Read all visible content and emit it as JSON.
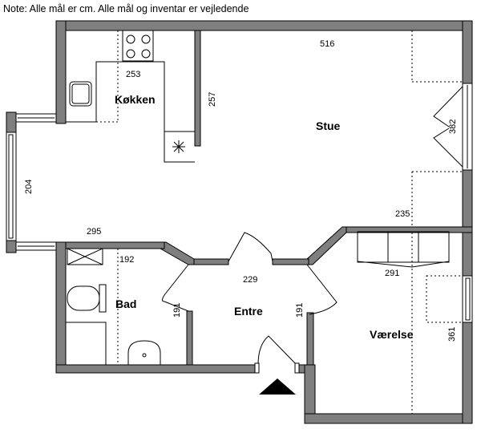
{
  "note": "Note: Alle mål er cm. Alle mål og inventar er vejledende",
  "rooms": {
    "kitchen": "Køkken",
    "living": "Stue",
    "bath": "Bad",
    "entry": "Entre",
    "bedroom": "Værelse"
  },
  "dimensions": {
    "living_width": "516",
    "kitchen_width": "253",
    "kitchen_depth": "257",
    "living_right": "382",
    "hall_left": "204",
    "hall_width": "295",
    "living_lower": "235",
    "bath_width": "192",
    "entry_width": "229",
    "bedroom_width": "291",
    "bath_depth": "191",
    "entry_depth": "191",
    "bedroom_depth": "361"
  }
}
